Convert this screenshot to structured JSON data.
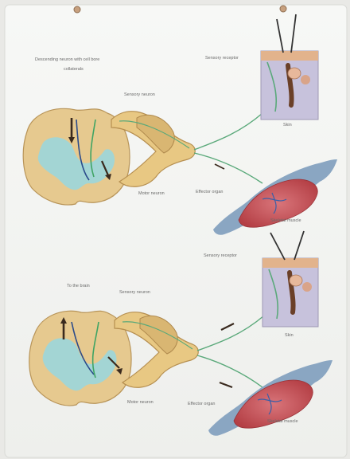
{
  "image": {
    "kind": "photo of anatomical wall model on a white board",
    "colors": {
      "background": "#e9e9e6",
      "board": "#f5f6f3",
      "cord_tan": "#e6c98f",
      "grey_matter": "#9fd6d8",
      "muscle_red": "#c64a4e",
      "tendon_blue": "#8aa6c2",
      "skin_purple": "#c7c2dc",
      "nerve_green": "#5aa97a"
    }
  },
  "labels": {
    "top_title_line1": "Descending neuron with cell bore",
    "top_title_line2": "collaterals",
    "top_sensory_receptor": "Sensory receptor",
    "top_sensory_neuron": "Sensory neuron",
    "top_skin": "Skin",
    "top_motor_neuron": "Motor neuron",
    "top_effector_organ": "Effector organ",
    "top_skeletal_muscle": "Skeletal muscle",
    "bottom_sensory_receptor": "Sensory receptor",
    "bottom_to_the_brain": "To the brain",
    "bottom_sensory_neuron": "Sensory neuron",
    "bottom_skin": "Skin",
    "bottom_motor_neuron": "Motor neuron",
    "bottom_effector_organ": "Effector organ",
    "bottom_skeletal_muscle": "Skeletal muscle"
  }
}
